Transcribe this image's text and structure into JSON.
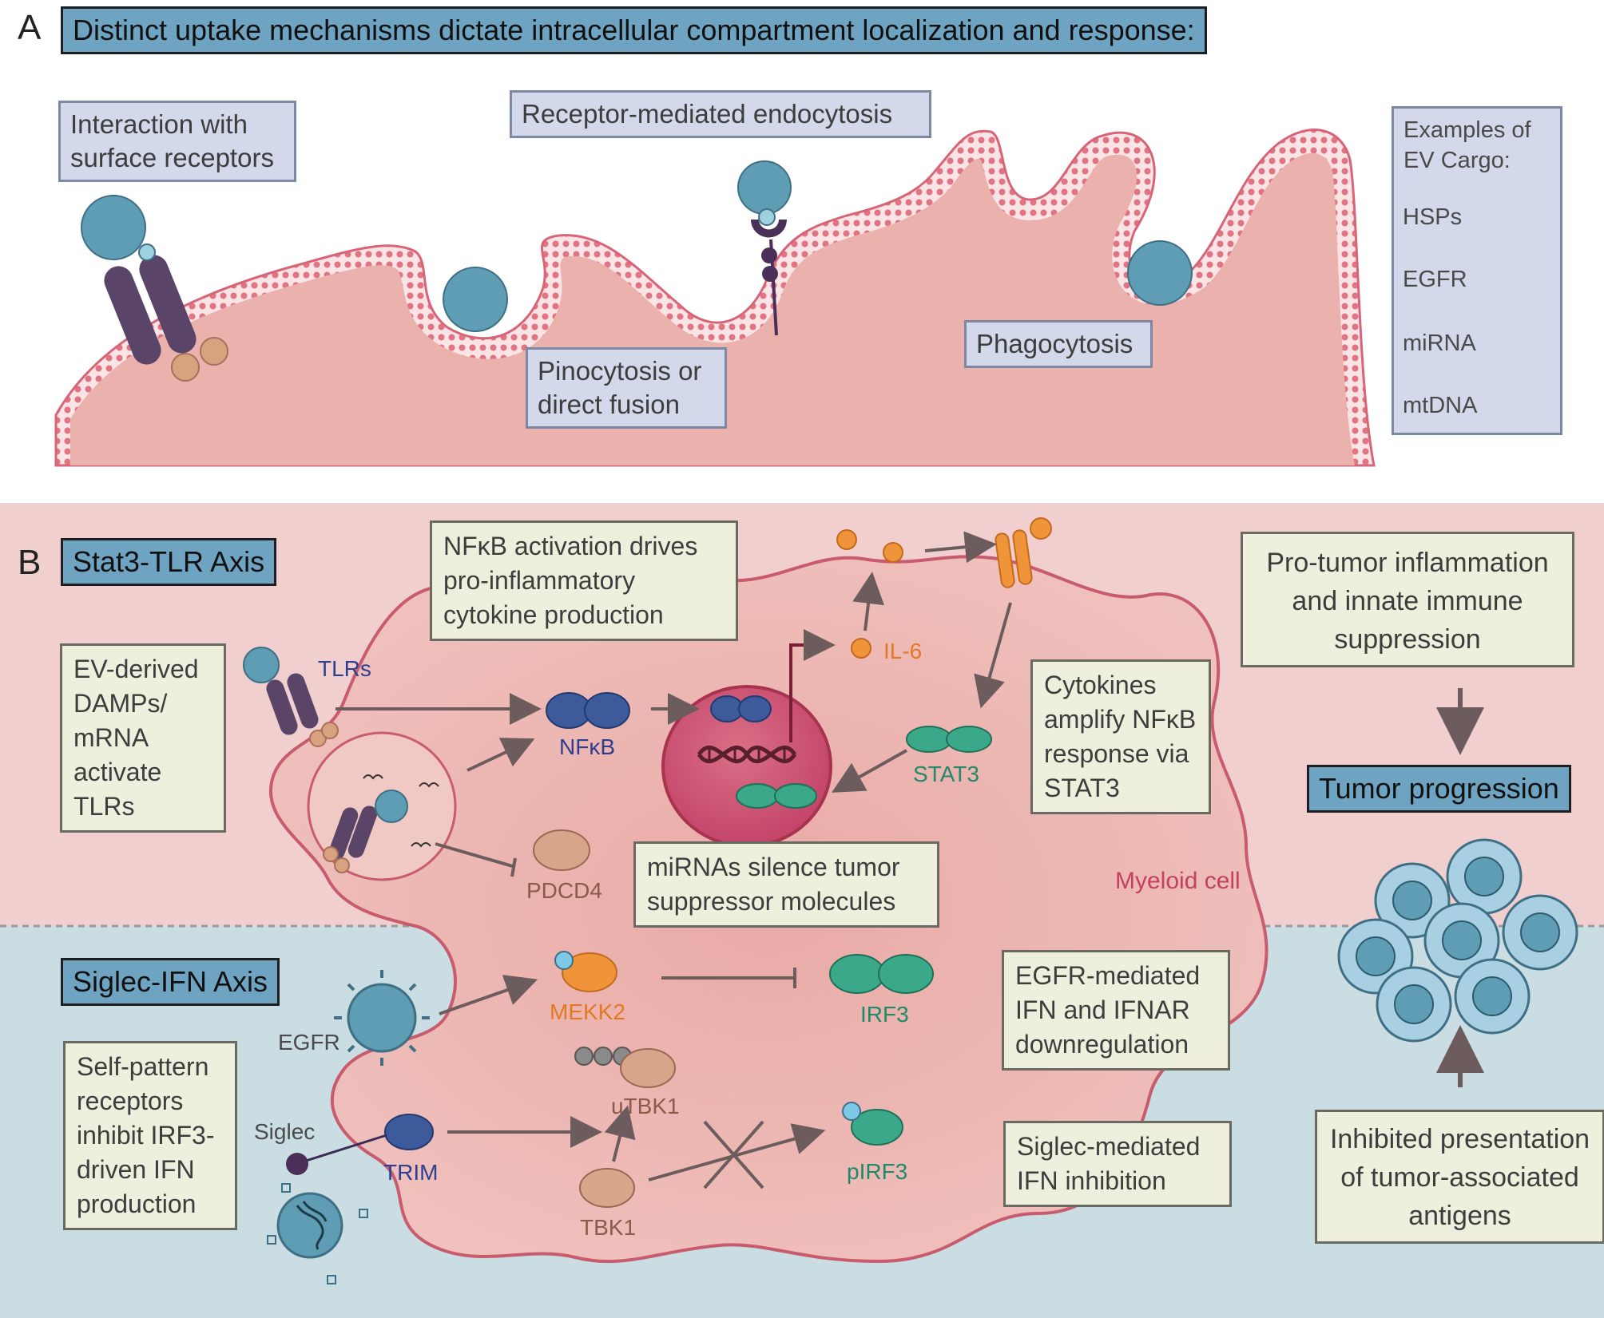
{
  "panel_a": {
    "letter": "A",
    "title": "Distinct uptake mechanisms dictate intracellular compartment localization and response:",
    "surface_receptors": "Interaction with surface receptors",
    "endocytosis": "Receptor-mediated endocytosis",
    "pinocytosis": "Pinocytosis or direct fusion",
    "phagocytosis": "Phagocytosis",
    "cargo": {
      "title": "Examples of EV Cargo:",
      "items": [
        {
          "label": "HSPs",
          "icon": "hsp-vesicle-icon"
        },
        {
          "label": "EGFR",
          "icon": "egfr-vesicle-icon"
        },
        {
          "label": "miRNA",
          "icon": "mirna-vesicle-icon"
        },
        {
          "label": "mtDNA",
          "icon": "mtdna-vesicle-icon"
        }
      ]
    }
  },
  "panel_b": {
    "letter": "B",
    "stat3_axis": "Stat3-TLR Axis",
    "siglec_axis": "Siglec-IFN Axis",
    "nfkb_note": "NFκB activation drives pro-inflammatory cytokine production",
    "damps_note": "EV-derived DAMPs/ mRNA activate TLRs",
    "cytokines_note": "Cytokines amplify NFκB response via STAT3",
    "mirna_note": "miRNAs silence tumor suppressor molecules",
    "pro_tumor_note": "Pro-tumor inflammation and innate immune suppression",
    "tumor_progression": "Tumor progression",
    "inhibited_note": "Inhibited presentation of tumor-associated antigens",
    "egfr_note": "EGFR-mediated IFN and IFNAR downregulation",
    "siglec_note": "Siglec-mediated IFN inhibition",
    "self_pattern_note": "Self-pattern receptors inhibit IRF3-driven IFN production",
    "labels": {
      "tlrs": "TLRs",
      "nfkb": "NFκB",
      "il6": "IL-6",
      "stat3": "STAT3",
      "pdcd4": "PDCD4",
      "myeloid": "Myeloid cell",
      "egfr": "EGFR",
      "mekk2": "MEKK2",
      "irf3": "IRF3",
      "utbk1": "uTBK1",
      "siglec": "Siglec",
      "trim": "TRIM",
      "tbk1": "TBK1",
      "pirf3": "pIRF3"
    }
  },
  "colors": {
    "header_blue": "#6fa3c2",
    "lavender_box": "#d3d8ea",
    "note_box": "#eef0dd",
    "cell_pink": "#eeb9b5",
    "top_bg": "#f1cfcf",
    "bottom_bg": "#c9dde3",
    "membrane": "#e0707e",
    "vesicle_blue": "#5f9db5",
    "receptor_purple": "#5a4468",
    "cytokine_orange": "#f0943a",
    "stat3_green": "#3aa889",
    "nfkb_blue": "#3d5a9a",
    "pdcd4_tan": "#d8a48a"
  }
}
